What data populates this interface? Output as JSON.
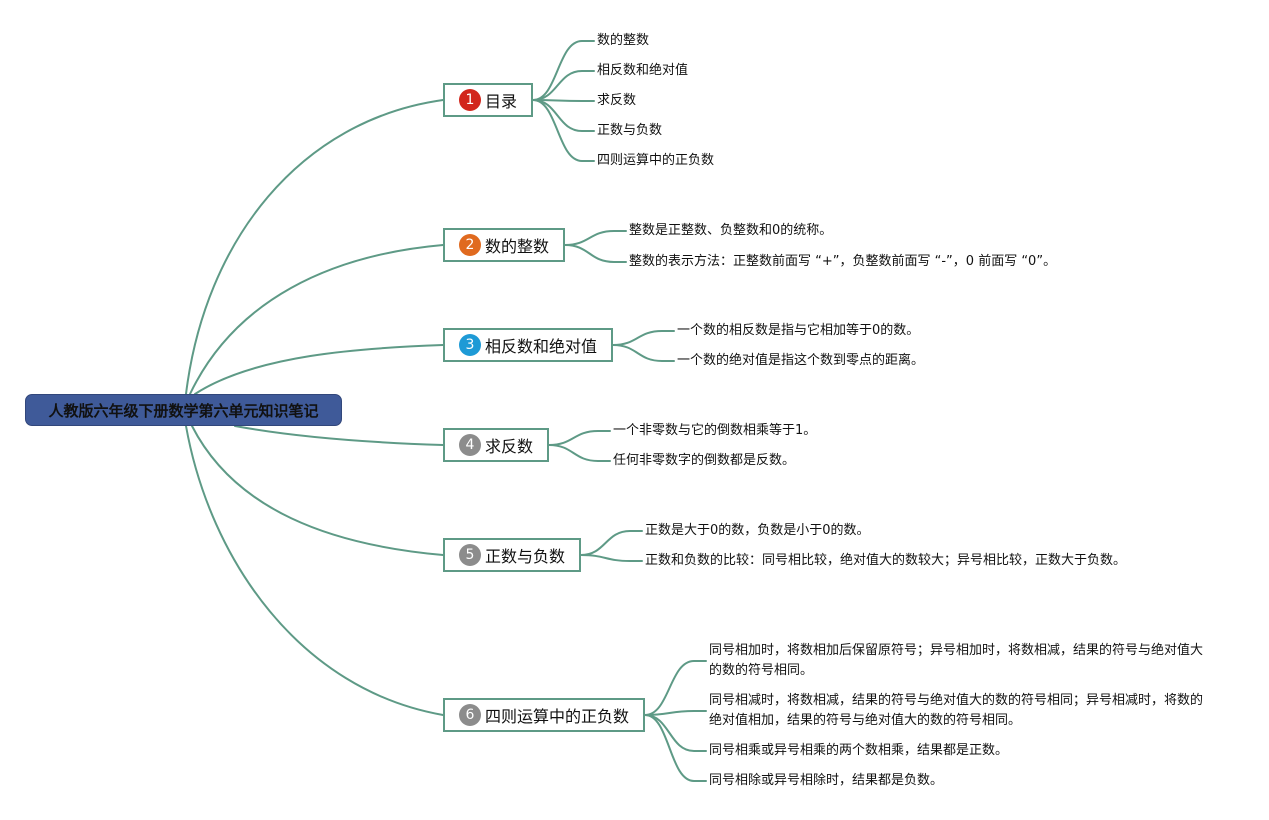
{
  "root": {
    "title": "人教版六年级下册数学第六单元知识笔记"
  },
  "branches": [
    {
      "number": "1",
      "color": "#d2261c",
      "label": "目录",
      "items": [
        "数的整数",
        "相反数和绝对值",
        "求反数",
        "正数与负数",
        "四则运算中的正负数"
      ]
    },
    {
      "number": "2",
      "color": "#e06a1f",
      "label": "数的整数",
      "items": [
        "整数是正整数、负整数和0的统称。",
        "整数的表示方法：正整数前面写 “+”，负整数前面写 “-”，0 前面写 “0”。"
      ]
    },
    {
      "number": "3",
      "color": "#1e9ad6",
      "label": "相反数和绝对值",
      "items": [
        "一个数的相反数是指与它相加等于0的数。",
        "一个数的绝对值是指这个数到零点的距离。"
      ]
    },
    {
      "number": "4",
      "color": "#8c8c8c",
      "label": "求反数",
      "items": [
        "一个非零数与它的倒数相乘等于1。",
        "任何非零数字的倒数都是反数。"
      ]
    },
    {
      "number": "5",
      "color": "#8c8c8c",
      "label": "正数与负数",
      "items": [
        "正数是大于0的数，负数是小于0的数。",
        "正数和负数的比较：同号相比较，绝对值大的数较大；异号相比较，正数大于负数。"
      ]
    },
    {
      "number": "6",
      "color": "#8c8c8c",
      "label": "四则运算中的正负数",
      "items": [
        "同号相加时，将数相加后保留原符号；异号相加时，将数相减，结果的符号与绝对值大的数的符号相同。",
        "同号相减时，将数相减，结果的符号与绝对值大的数的符号相同；异号相减时，将数的绝对值相加，结果的符号与绝对值大的数的符号相同。",
        "同号相乘或异号相乘的两个数相乘，结果都是正数。",
        "同号相除或异号相除时，结果都是负数。"
      ]
    }
  ]
}
